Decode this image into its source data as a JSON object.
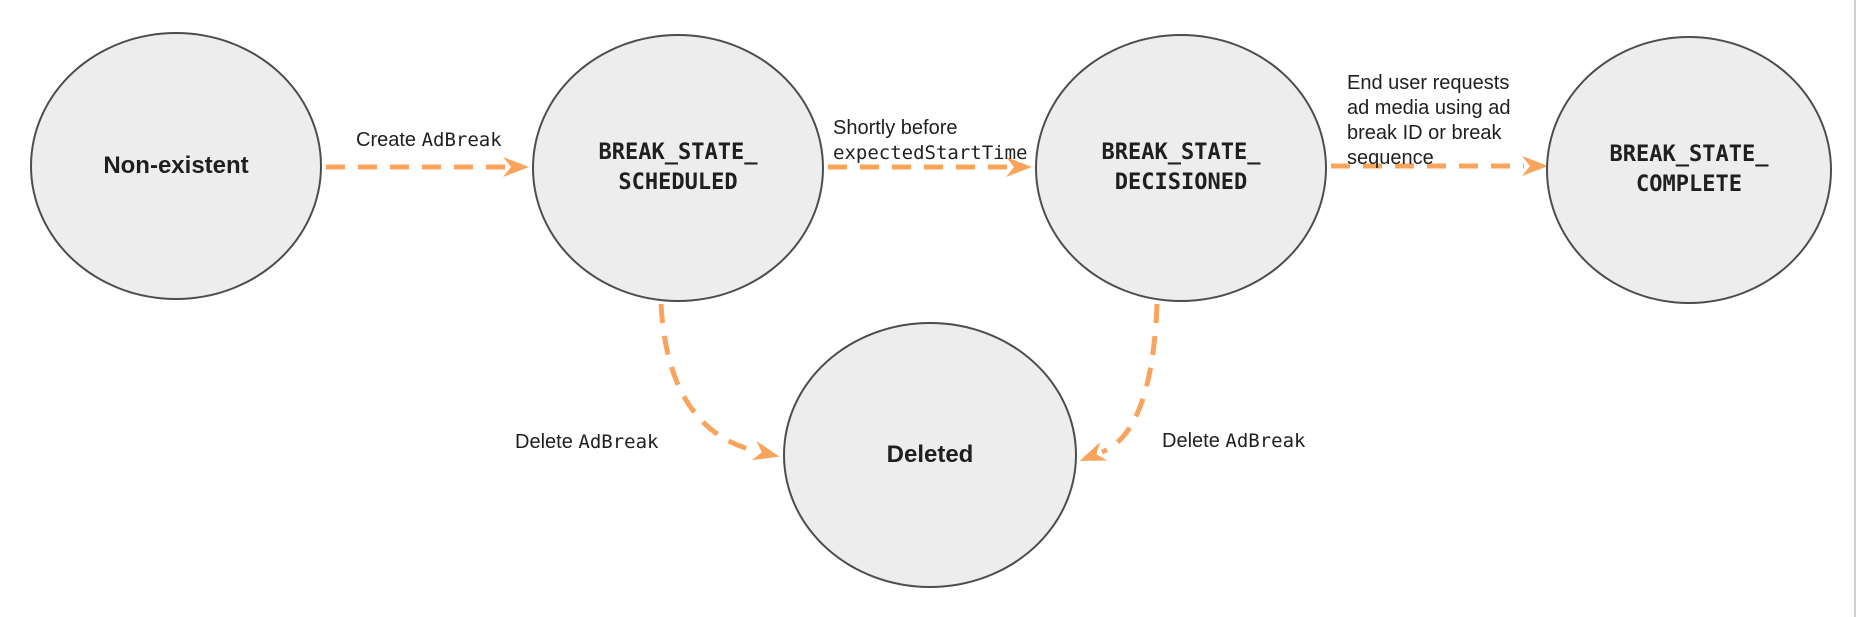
{
  "colors": {
    "arrow": "#F9A45C",
    "node_fill": "#EDEDED",
    "node_border": "#4D4D4D",
    "text": "#1F1F1F",
    "edge_border": "#CFCFCF",
    "background": "#FFFFFF"
  },
  "diagram_type": "state-transition-diagram",
  "nodes": [
    {
      "id": "non-existent",
      "label": "Non-existent",
      "text_style": "sans"
    },
    {
      "id": "break-state-scheduled",
      "label": "BREAK_STATE_\nSCHEDULED",
      "text_style": "mono"
    },
    {
      "id": "break-state-decisioned",
      "label": "BREAK_STATE_\nDECISIONED",
      "text_style": "mono"
    },
    {
      "id": "break-state-complete",
      "label": "BREAK_STATE_\nCOMPLETE",
      "text_style": "mono"
    },
    {
      "id": "deleted",
      "label": "Deleted",
      "text_style": "sans"
    }
  ],
  "transitions": [
    {
      "from": "non-existent",
      "to": "break-state-scheduled",
      "label_sans": "Create ",
      "label_mono": "AdBreak"
    },
    {
      "from": "break-state-scheduled",
      "to": "break-state-decisioned",
      "label_sans": "Shortly before",
      "label_mono": "expectedStartTime"
    },
    {
      "from": "break-state-decisioned",
      "to": "break-state-complete",
      "label_sans": "End user requests\nad media using ad\nbreak ID or break\nsequence",
      "label_mono": ""
    },
    {
      "from": "break-state-scheduled",
      "to": "deleted",
      "label_sans": "Delete ",
      "label_mono": "AdBreak"
    },
    {
      "from": "break-state-decisioned",
      "to": "deleted",
      "label_sans": "Delete ",
      "label_mono": "AdBreak"
    }
  ]
}
